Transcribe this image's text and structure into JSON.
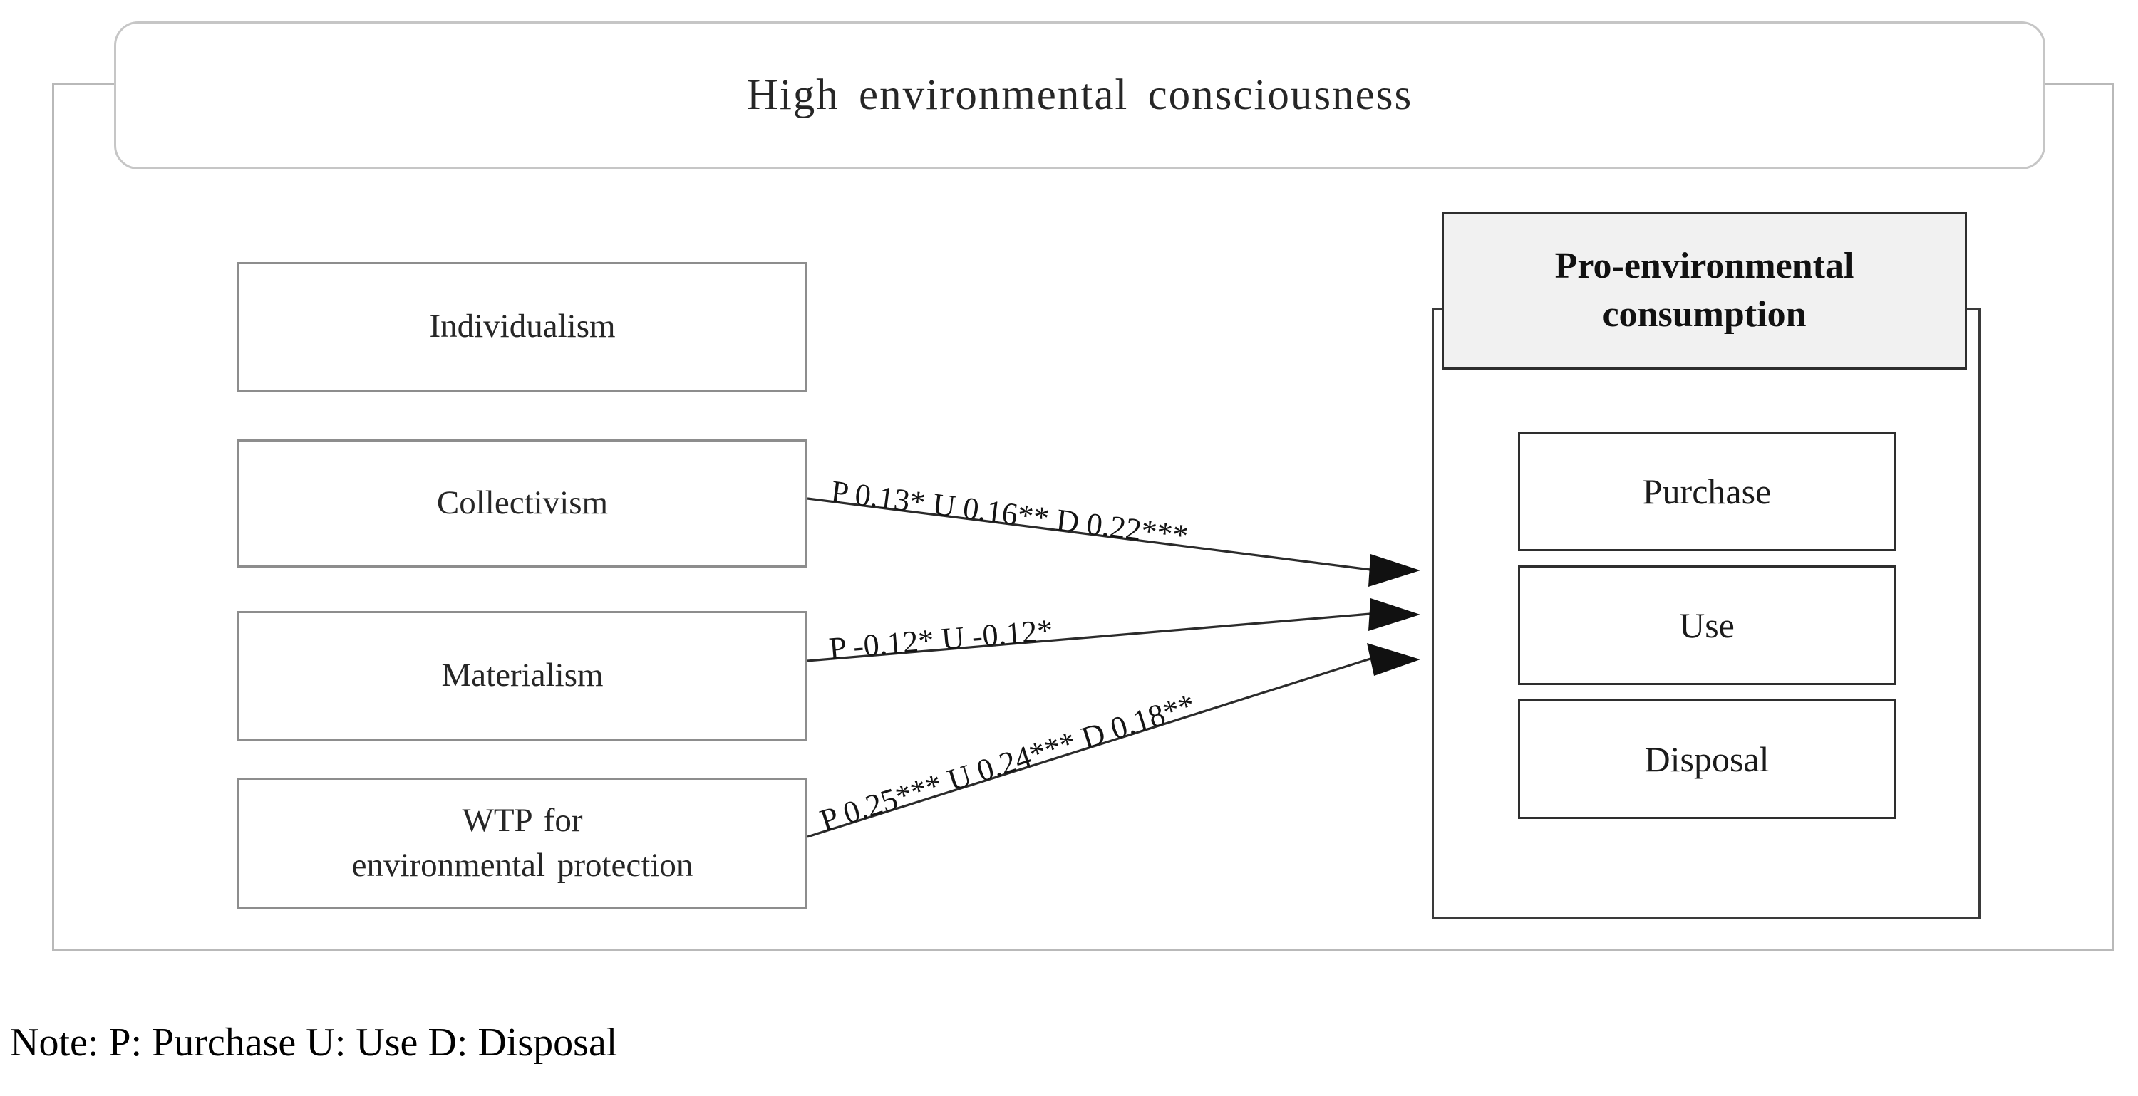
{
  "figure": {
    "title": "High environmental consciousness",
    "note": "Note: P: Purchase U: Use D: Disposal"
  },
  "antecedents": [
    {
      "label": "Individualism"
    },
    {
      "label": "Collectivism"
    },
    {
      "label": "Materialism"
    },
    {
      "label_line1": "WTP for",
      "label_line2": "environmental protection"
    }
  ],
  "outcome": {
    "header_line1": "Pro-environmental",
    "header_line2": "consumption",
    "stages": [
      {
        "label": "Purchase"
      },
      {
        "label": "Use"
      },
      {
        "label": "Disposal"
      }
    ]
  },
  "paths": [
    {
      "from": "Collectivism",
      "to": "Pro-environmental consumption",
      "label": "P 0.13* U 0.16** D 0.22***",
      "coefficients": [
        {
          "stage": "P",
          "value": 0.13,
          "significance": "*"
        },
        {
          "stage": "U",
          "value": 0.16,
          "significance": "**"
        },
        {
          "stage": "D",
          "value": 0.22,
          "significance": "***"
        }
      ]
    },
    {
      "from": "Materialism",
      "to": "Pro-environmental consumption",
      "label": "P -0.12* U -0.12*",
      "coefficients": [
        {
          "stage": "P",
          "value": -0.12,
          "significance": "*"
        },
        {
          "stage": "U",
          "value": -0.12,
          "significance": "*"
        }
      ]
    },
    {
      "from": "WTP for environmental protection",
      "to": "Pro-environmental consumption",
      "label": "P 0.25*** U 0.24*** D 0.18**",
      "coefficients": [
        {
          "stage": "P",
          "value": 0.25,
          "significance": "***"
        },
        {
          "stage": "U",
          "value": 0.24,
          "significance": "***"
        },
        {
          "stage": "D",
          "value": 0.18,
          "significance": "**"
        }
      ]
    }
  ],
  "colors": {
    "frame": "#b9b9b9",
    "banner_border": "#c6c6c6",
    "box_border": "#8d8d8d",
    "panel_border": "#2e2e2e",
    "header_fill": "#f1f1f1",
    "text": "#1a1a1a"
  }
}
